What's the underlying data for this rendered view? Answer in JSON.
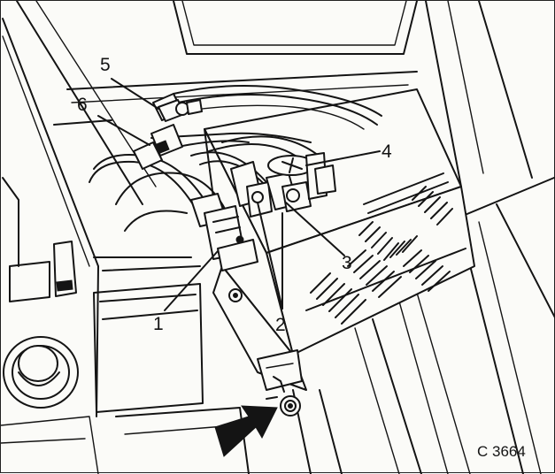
{
  "figure": {
    "code": "C 3664",
    "callouts": [
      {
        "id": "1",
        "label": "1"
      },
      {
        "id": "2",
        "label": "2"
      },
      {
        "id": "3",
        "label": "3"
      },
      {
        "id": "4",
        "label": "4"
      },
      {
        "id": "5",
        "label": "5"
      },
      {
        "id": "6",
        "label": "6"
      }
    ],
    "pointer_arrow": "arrow-icon",
    "ink_color": "#141414",
    "paper_color": "#fbfbf8"
  }
}
